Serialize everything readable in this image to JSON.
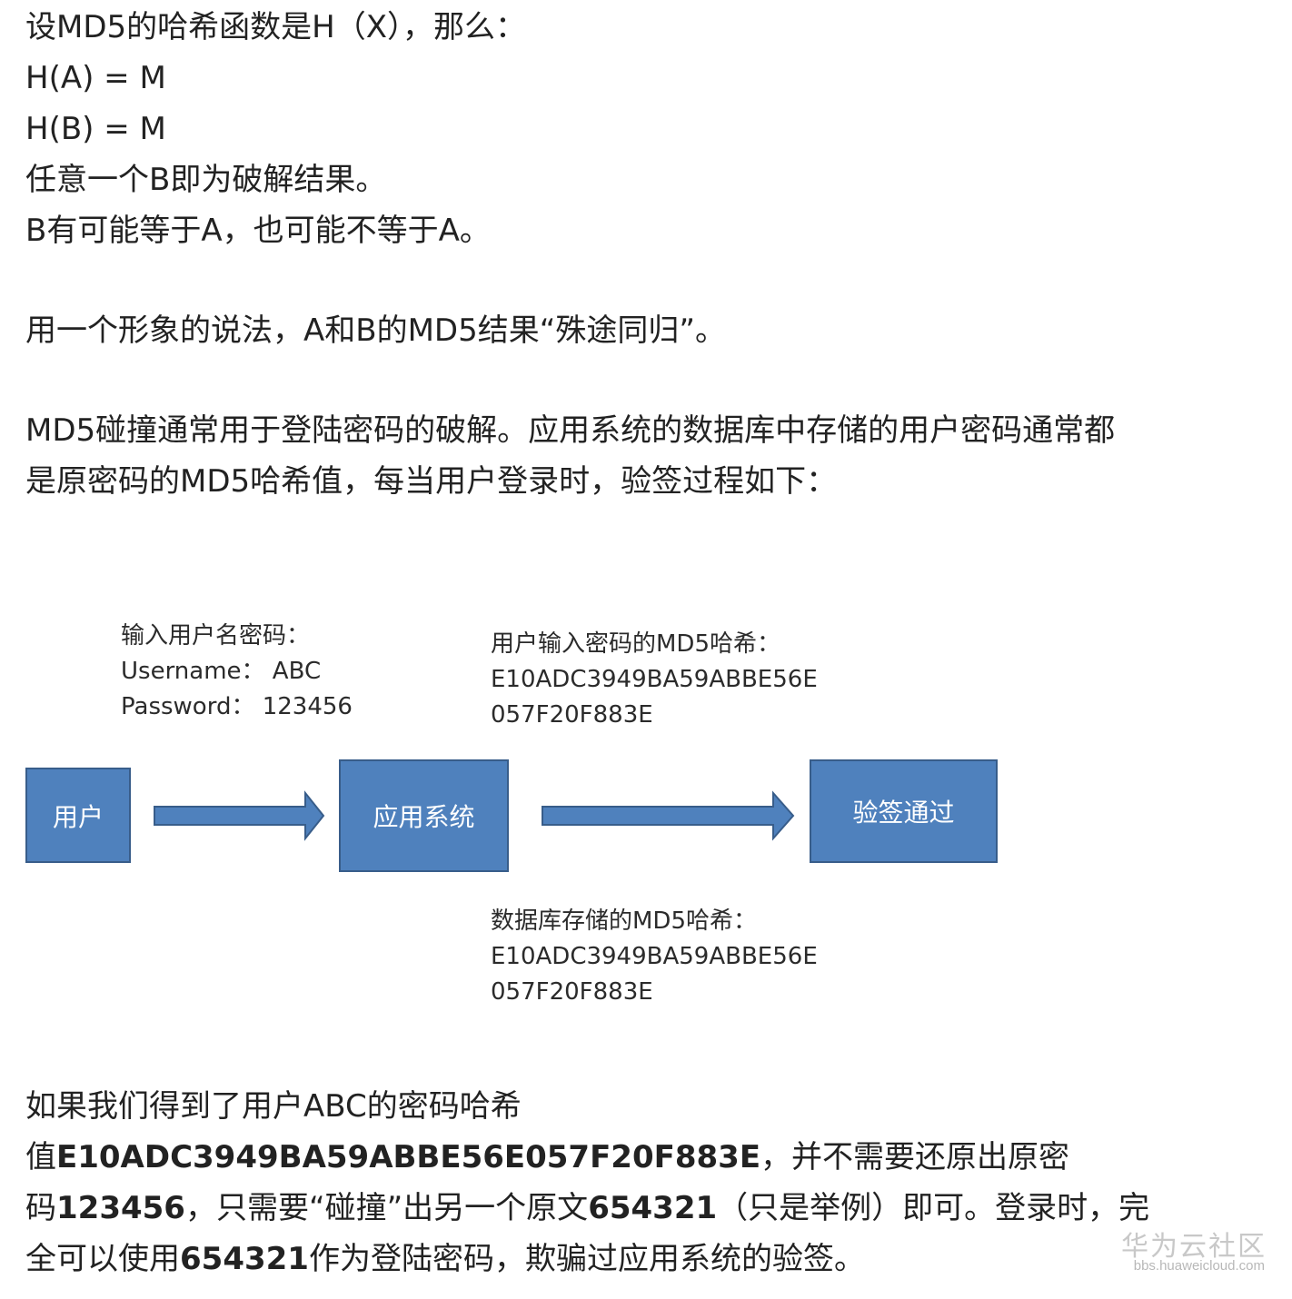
{
  "intro": {
    "line1": "设MD5的哈希函数是H（X），那么：",
    "line2": "H(A) = M",
    "line3": "H(B) = M",
    "line4": "任意一个B即为破解结果。",
    "line5": "B有可能等于A，也可能不等于A。"
  },
  "metaphor": "用一个形象的说法，A和B的MD5结果“殊途同归”。",
  "usage": {
    "line1": "MD5碰撞通常用于登陆密码的破解。应用系统的数据库中存储的用户密码通常都",
    "line2": "是原密码的MD5哈希值，每当用户登录时，验签过程如下："
  },
  "diagram": {
    "input_title": "输入用户名密码：",
    "username": "Username：  ABC",
    "password": "Password：  123456",
    "user_hash_title": "用户输入密码的MD5哈希：",
    "user_hash_1": "E10ADC3949BA59ABBE56E",
    "user_hash_2": "057F20F883E",
    "box_user": "用户",
    "box_system": "应用系统",
    "box_pass": "验签通过",
    "db_hash_title": "数据库存储的MD5哈希：",
    "db_hash_1": "E10ADC3949BA59ABBE56E",
    "db_hash_2": "057F20F883E"
  },
  "conclusion": {
    "l1": "如果我们得到了用户ABC的密码哈希",
    "l2_a": "值",
    "l2_b": "E10ADC3949BA59ABBE56E057F20F883E",
    "l2_c": "，并不需要还原出原密",
    "l3_a": "码",
    "l3_b": "123456",
    "l3_c": "，只需要“碰撞”出另一个原文",
    "l3_d": "654321",
    "l3_e": "（只是举例）即可。登录时，完",
    "l4_a": "全可以使用",
    "l4_b": "654321",
    "l4_c": "作为登陆密码，欺骗过应用系统的验签。"
  },
  "watermark": {
    "name": "华为云社区",
    "url": "bbs.huaweicloud.com"
  },
  "colors": {
    "box_fill": "#4f81bd",
    "box_border": "#385d8a"
  }
}
